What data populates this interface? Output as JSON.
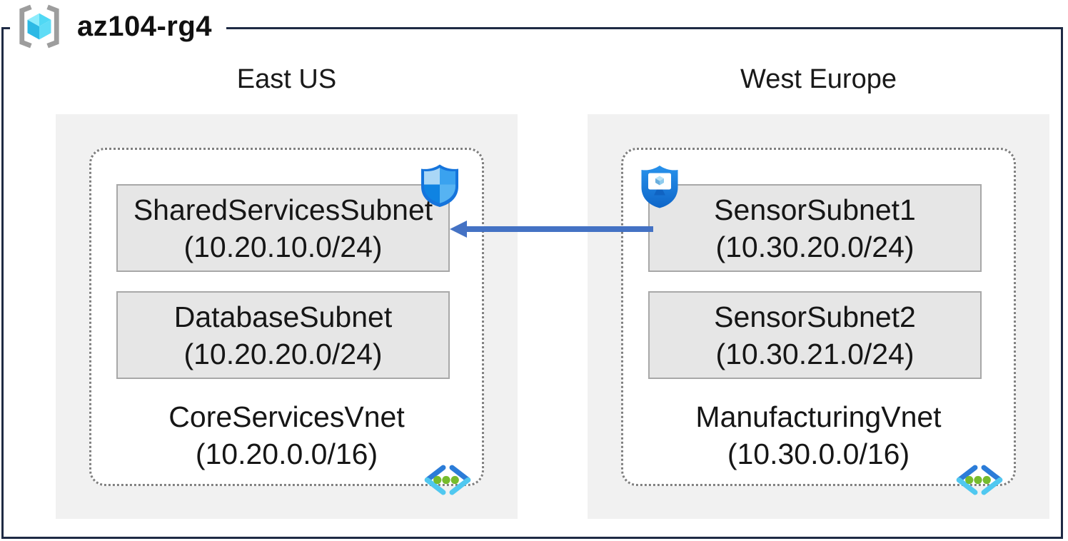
{
  "resource_group": {
    "name": "az104-rg4"
  },
  "regions": [
    {
      "name": "East US",
      "vnet": {
        "name": "CoreServicesVnet",
        "cidr": "(10.20.0.0/16)",
        "subnets": [
          {
            "name": "SharedServicesSubnet",
            "cidr": "(10.20.10.0/24)",
            "badge": "network-security-group-shield"
          },
          {
            "name": "DatabaseSubnet",
            "cidr": "(10.20.20.0/24)",
            "badge": ""
          }
        ]
      }
    },
    {
      "name": "West Europe",
      "vnet": {
        "name": "ManufacturingVnet",
        "cidr": "(10.30.0.0/16)",
        "subnets": [
          {
            "name": "SensorSubnet1",
            "cidr": "(10.30.20.0/24)",
            "badge": "application-security-group-shield"
          },
          {
            "name": "SensorSubnet2",
            "cidr": "(10.30.21.0/24)",
            "badge": ""
          }
        ]
      }
    }
  ],
  "connection": {
    "from_subnet": "SensorSubnet1",
    "to_subnet": "SharedServicesSubnet",
    "direction": "right-to-left",
    "color": "#4472c4"
  },
  "colors": {
    "frame": "#1e2a44",
    "region_fill": "#f1f1f1",
    "subnet_fill": "#e6e6e6",
    "subnet_border": "#a8a8a8",
    "vnet_dashed_border": "#7f7f7f",
    "arrow": "#4472c4",
    "azure_blue": "#2b7cd8",
    "azure_cyan": "#50c8f0",
    "vnet_dot_green": "#76bc2d",
    "shield_blue": "#1574dc"
  }
}
